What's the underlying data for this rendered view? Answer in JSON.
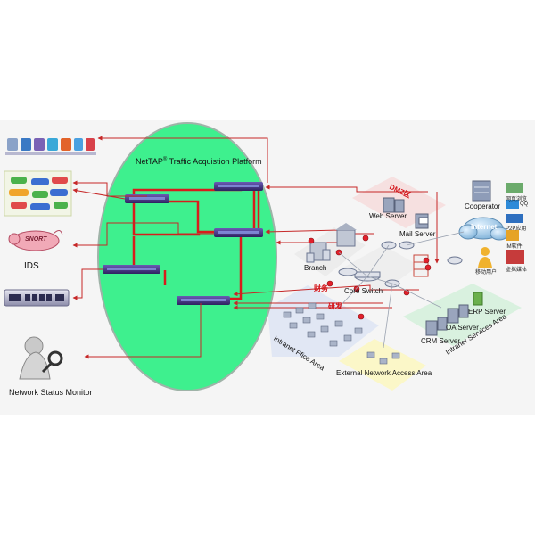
{
  "platform": {
    "title_prefix": "NetTAP",
    "title_sup": "®",
    "title_suffix": "Traffic Acquistion Platform",
    "fill_color": "#3ef08e",
    "link_color": "#d81c1c"
  },
  "tools": {
    "ids_label": "IDS",
    "snort_logo": "SNORT",
    "monitor_label": "Network Status Monitor"
  },
  "network": {
    "dmz_label": "DMZ区",
    "web_server": "Web Server",
    "mail_server": "Mail Server",
    "branch": "Branch",
    "core_switch": "Core Switch",
    "internet": "Internet",
    "cooperator": "Cooperator",
    "mobile_user": "移动用户",
    "intranet_office": "Intranet Ffice Area",
    "external_access": "External Network Access Area",
    "intranet_services": "Intranet Services Area",
    "erp_server": "ERP Server",
    "oa_server": "OA Server",
    "crm_server": "CRM Server",
    "dept_labels": [
      "财务",
      "研发"
    ],
    "app_labels": [
      "网页浏览",
      "QQ",
      "P2P应用",
      "IM软件",
      "虚拟媒体"
    ]
  },
  "colors": {
    "arrow": "#c62828",
    "zone_pink": "#f6dede",
    "zone_green": "#d9f1df",
    "zone_yellow": "#fbf7c8",
    "zone_blue": "#dfe6f4",
    "zone_gray": "#ececec",
    "device": "#4b3a8f"
  }
}
